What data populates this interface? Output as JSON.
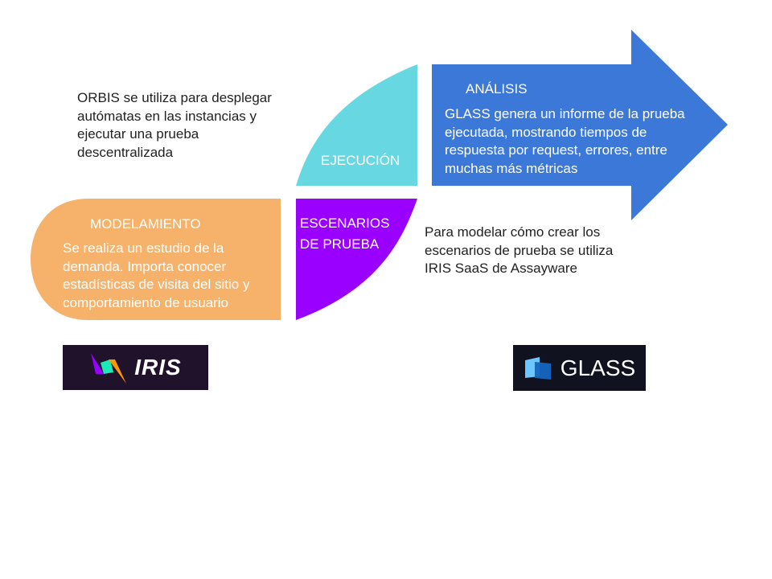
{
  "colors": {
    "ejecucion": "#67D7E1",
    "escenarios": "#9900FF",
    "modelamiento": "#F6B26B",
    "analisis": "#3C78D8",
    "iris_bg": "#21122B",
    "glass_bg": "#10131F"
  },
  "orbis_text": "ORBIS se utiliza para desplegar autómatas en las instancias y ejecutar una prueba descentralizada",
  "ejecucion": {
    "label": "EJECUCIÓN"
  },
  "analisis": {
    "title": "ANÁLISIS",
    "body": "GLASS genera un informe de la prueba ejecutada, mostrando tiempos de respuesta por request, errores, entre muchas más métricas"
  },
  "modelamiento": {
    "title": "MODELAMIENTO",
    "body": "Se realiza un estudio de la demanda. Importa conocer estadísticas de visita del sitio y comportamiento de usuario"
  },
  "escenarios": {
    "label_line1": "ESCENARIOS",
    "label_line2": "DE PRUEBA"
  },
  "iris_text": "Para modelar cómo crear los escenarios de prueba se utiliza IRIS SaaS de Assayware",
  "logos": {
    "iris": "IRIS",
    "glass": "GLASS"
  }
}
